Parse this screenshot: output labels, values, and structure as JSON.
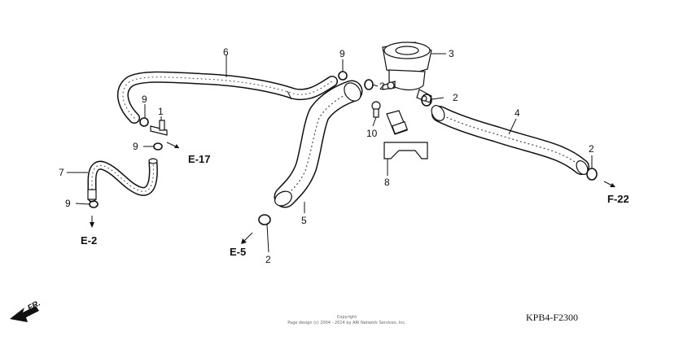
{
  "labels": {
    "p1": "1",
    "p2a": "2",
    "p2b": "2",
    "p2c": "2",
    "p2d": "2",
    "p3": "3",
    "p4": "4",
    "p5": "5",
    "p6": "6",
    "p7": "7",
    "p8": "8",
    "p9a": "9",
    "p9b": "9",
    "p9c": "9",
    "p9d": "9",
    "p10": "10"
  },
  "refs": {
    "e17": "E-17",
    "e2": "E-2",
    "e5": "E-5",
    "f22": "F-22"
  },
  "front_label": "FR.",
  "footer": {
    "copyright": "Copyright",
    "copyright_line": "Page design (c) 2004 - 2014 by ARI Network Services, Inc.",
    "part_code": "KPB4-F2300"
  }
}
